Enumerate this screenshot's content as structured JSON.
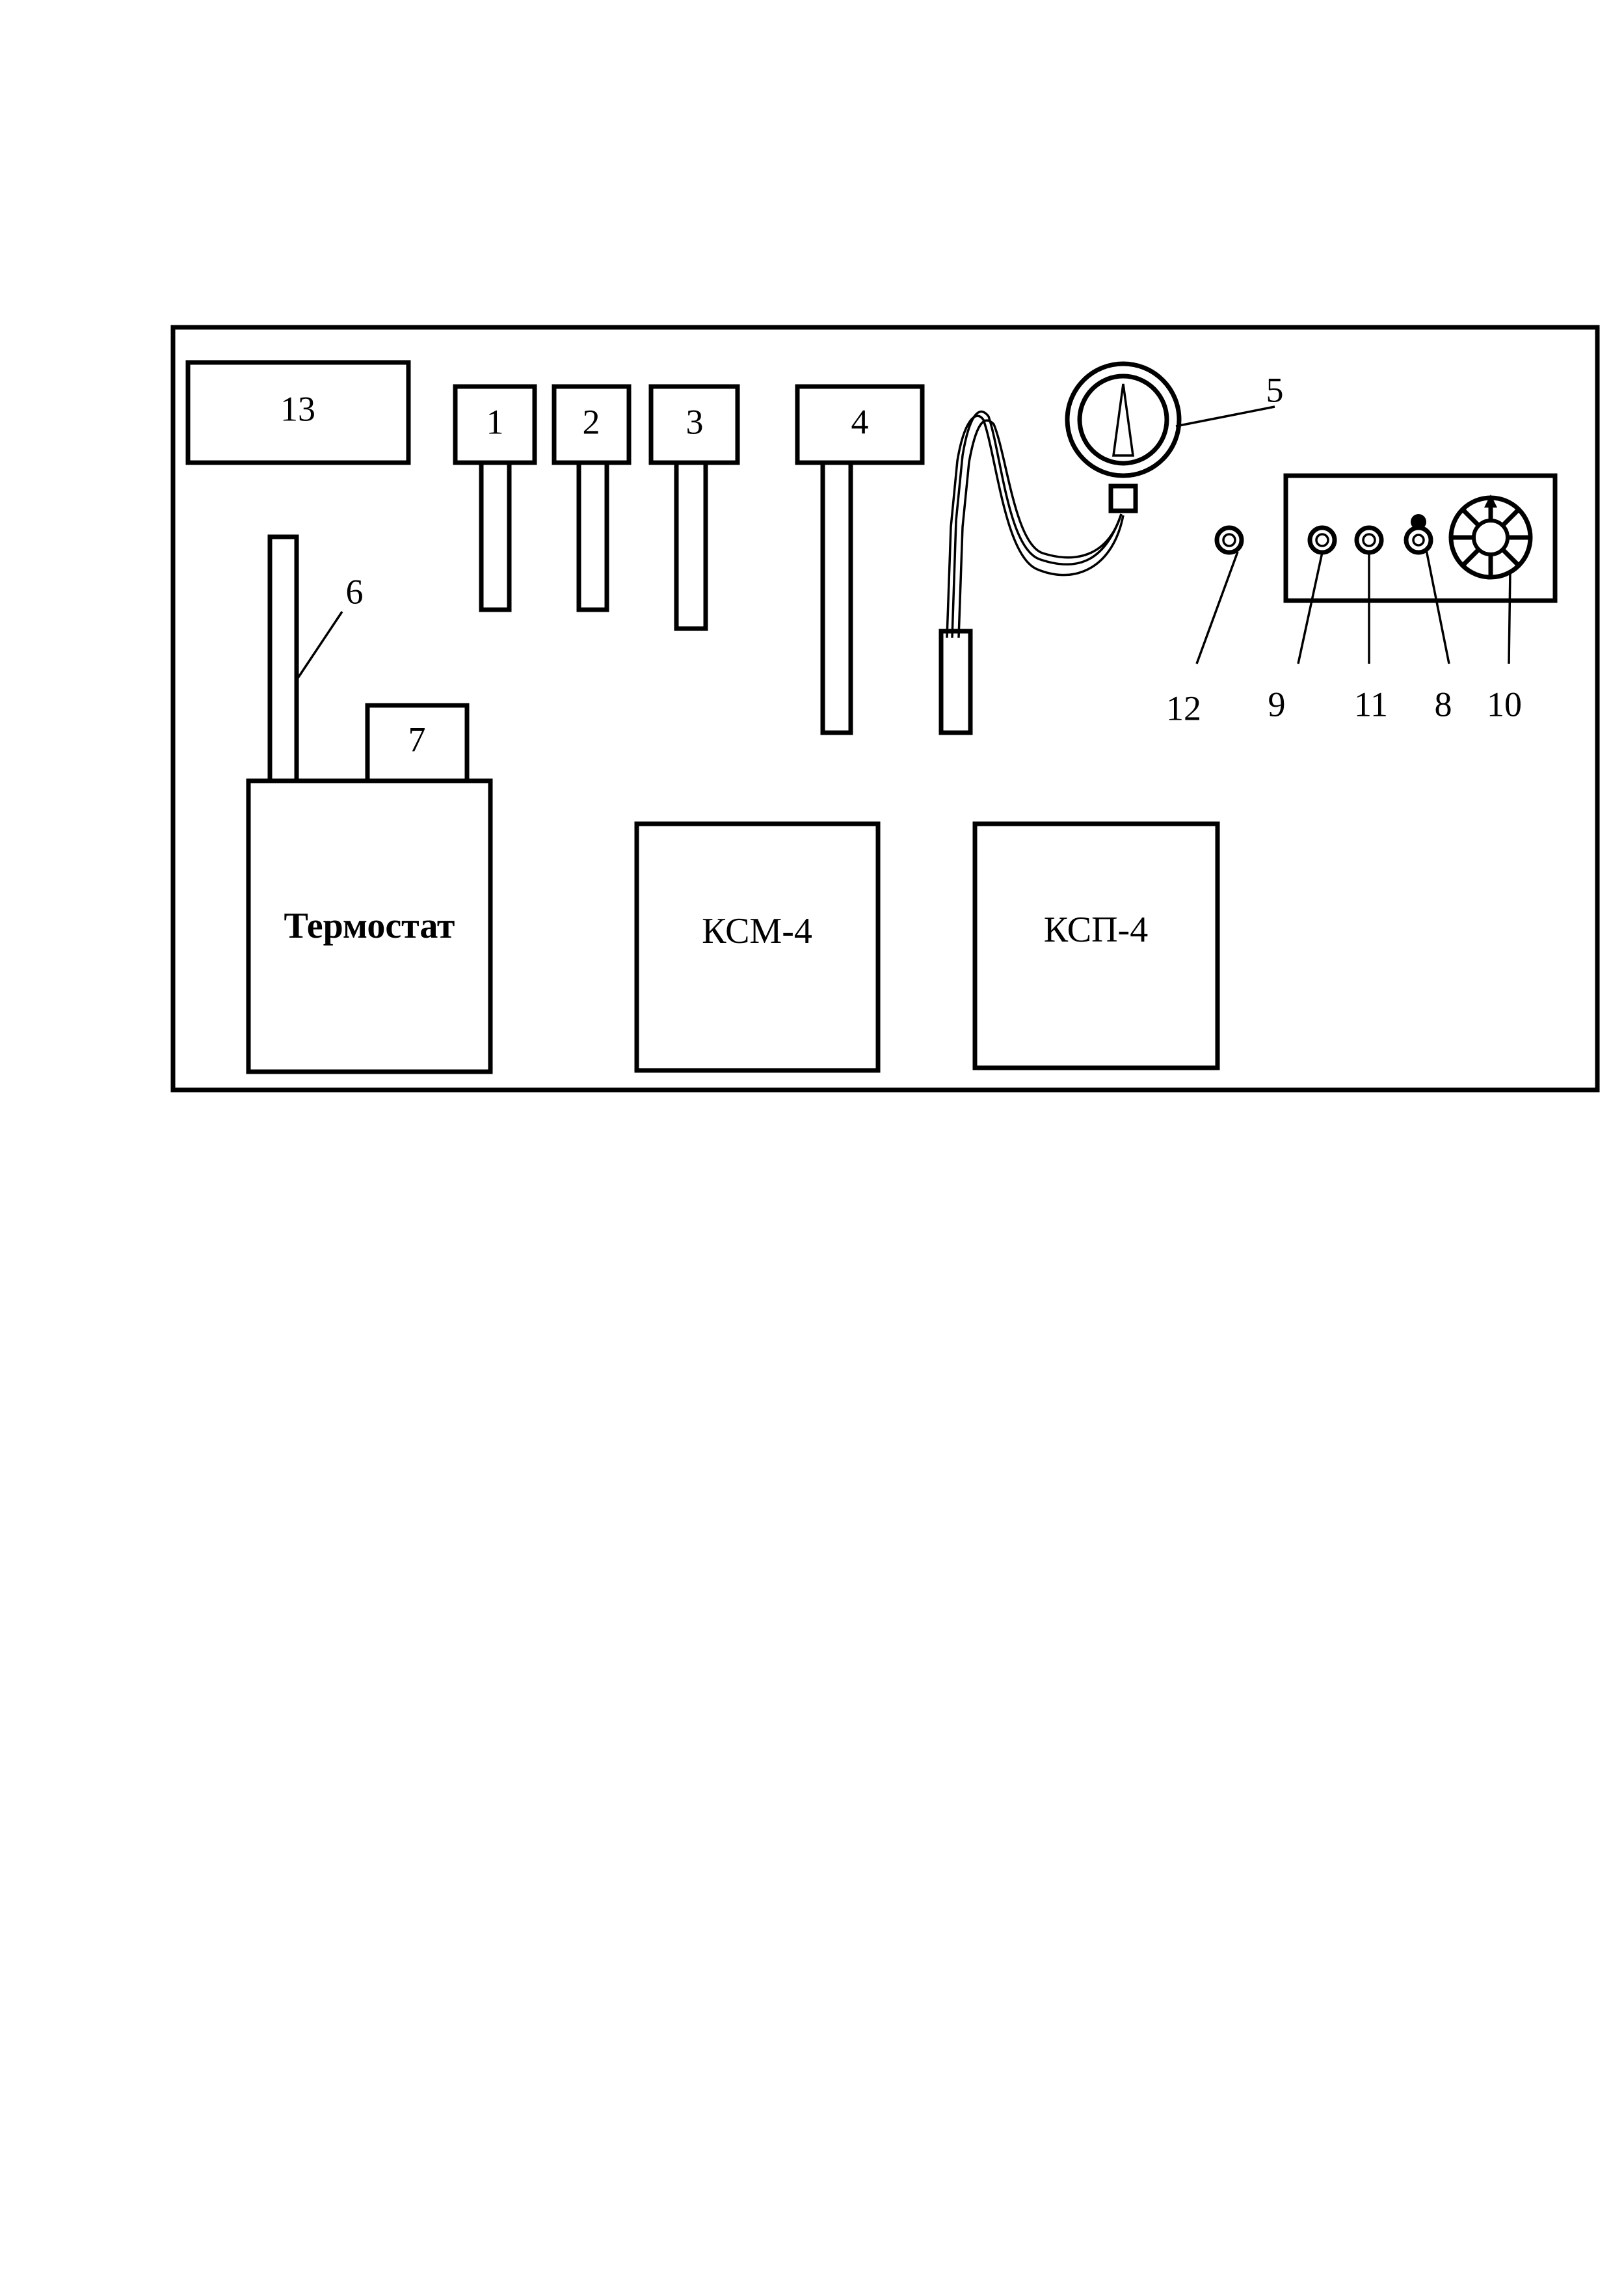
{
  "labels": {
    "item_13": "13",
    "item_1": "1",
    "item_2": "2",
    "item_3": "3",
    "item_4": "4",
    "item_5": "5",
    "item_6": "6",
    "item_7": "7",
    "item_8": "8",
    "item_9": "9",
    "item_10": "10",
    "item_11": "11",
    "item_12": "12"
  },
  "units": {
    "thermostat": "Термостат",
    "ksm": "КСМ-4",
    "ksp": "КСП-4"
  }
}
